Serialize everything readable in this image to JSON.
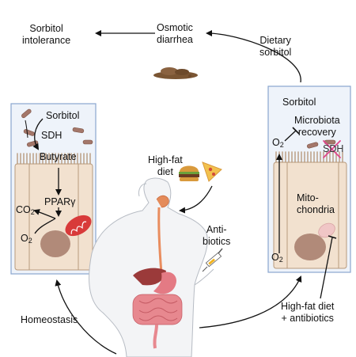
{
  "top": {
    "sorbitol_intolerance": "Sorbitol\nintolerance",
    "osmotic_diarrhea": "Osmotic\ndiarrhea",
    "dietary_sorbitol": "Dietary\nsorbitol"
  },
  "left_panel": {
    "sorbitol": "Sorbitol",
    "sdh": "SDH",
    "butyrate": "Butyrate",
    "ppar": "PPARγ",
    "co2": "CO",
    "co2_sub": "2",
    "o2": "O",
    "o2_sub": "2"
  },
  "right_panel": {
    "sorbitol": "Sorbitol",
    "microbiota": "Microbiota\nrecovery",
    "o2_top": "O",
    "o2_top_sub": "2",
    "sdh": "SDH",
    "mitochondria": "Mito-\nchondria",
    "o2_bottom": "O",
    "o2_bottom_sub": "2"
  },
  "center": {
    "high_fat_diet": "High-fat\ndiet",
    "antibiotics": "Anti-\nbiotics"
  },
  "bottom": {
    "homeostasis": "Homeostasis",
    "high_fat_antibiotics": "High-fat diet\n+ antibiotics"
  }
}
